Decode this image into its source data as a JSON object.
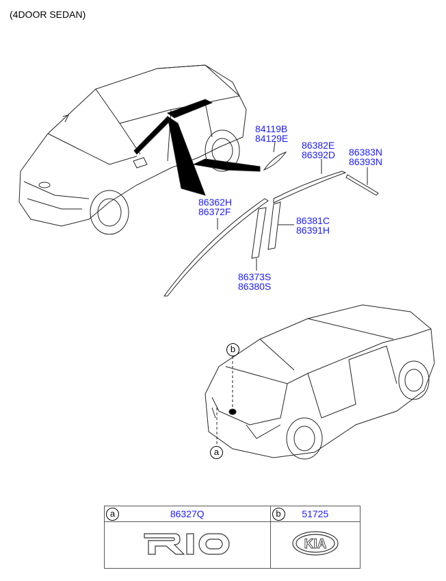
{
  "title": "(4DOOR SEDAN)",
  "part_labels": {
    "windshield_glass_seal": [
      "84119B",
      "84129E"
    ],
    "roof_drip_front": [
      "86382E",
      "86392D"
    ],
    "roof_drip_rear": [
      "86383N",
      "86393N"
    ],
    "roof_drip_main": [
      "86362H",
      "86372F"
    ],
    "pillar_tape_rear": [
      "86381C",
      "86391H"
    ],
    "pillar_tape_front": [
      "86373S",
      "86380S"
    ]
  },
  "callouts": {
    "a": "a",
    "b": "b"
  },
  "legend": [
    {
      "key": "a",
      "part_number": "86327Q",
      "emblem": "RIO"
    },
    {
      "key": "b",
      "part_number": "51725",
      "emblem": "KIA"
    }
  ]
}
